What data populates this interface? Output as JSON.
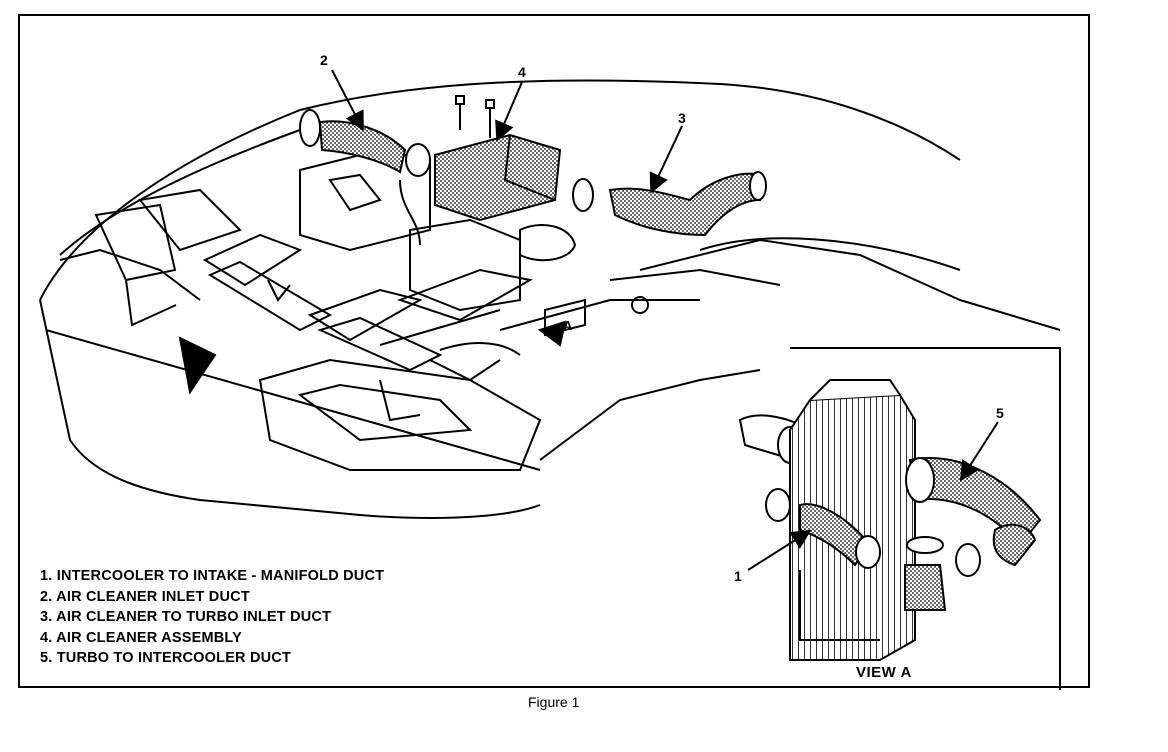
{
  "callouts": {
    "c1": "1",
    "c2": "2",
    "c3": "3",
    "c4": "4",
    "c5": "5"
  },
  "view_marker": "A",
  "view_label": "VIEW  A",
  "legend": [
    "1. INTERCOOLER TO INTAKE - MANIFOLD DUCT",
    "2. AIR CLEANER INLET DUCT",
    "3. AIR CLEANER TO TURBO INLET DUCT",
    "4. AIR CLEANER ASSEMBLY",
    "5. TURBO TO INTERCOOLER DUCT"
  ],
  "caption": "Figure 1"
}
